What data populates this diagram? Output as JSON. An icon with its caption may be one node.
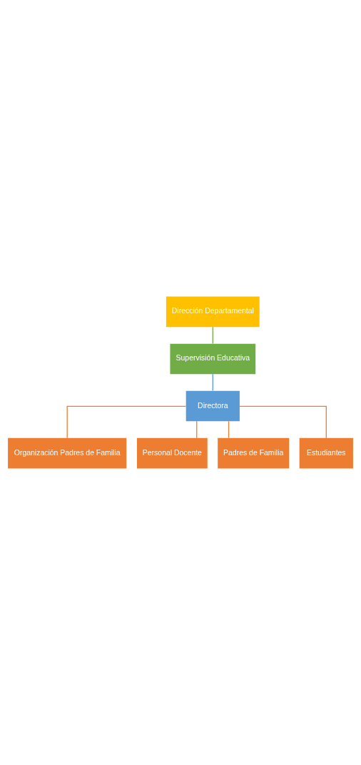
{
  "diagram": {
    "nodes": [
      {
        "text": [
          "Dirección Departamental"
        ]
      },
      {
        "text": [
          "Supervisión Educativa"
        ]
      },
      {
        "text": [
          "Directora"
        ]
      },
      {
        "text": [
          "Organización Padres de Familia"
        ]
      },
      {
        "text": [
          "Personal Docente"
        ]
      },
      {
        "text": [
          "Padres de Familia"
        ]
      },
      {
        "text": [
          "Estudiantes"
        ]
      }
    ],
    "edges": [
      {
        "from": 0,
        "to": 1,
        "arrow": "none",
        "color": "#70ad47"
      },
      {
        "from": 1,
        "to": 2,
        "arrow": "none",
        "color": "#5b9bd5"
      },
      {
        "from": 2,
        "to": 3,
        "arrow": "none"
      },
      {
        "from": 2,
        "to": 4,
        "arrow": "none"
      },
      {
        "from": 2,
        "to": 5,
        "arrow": "none"
      },
      {
        "from": 2,
        "to": 6,
        "arrow": "none"
      }
    ]
  }
}
